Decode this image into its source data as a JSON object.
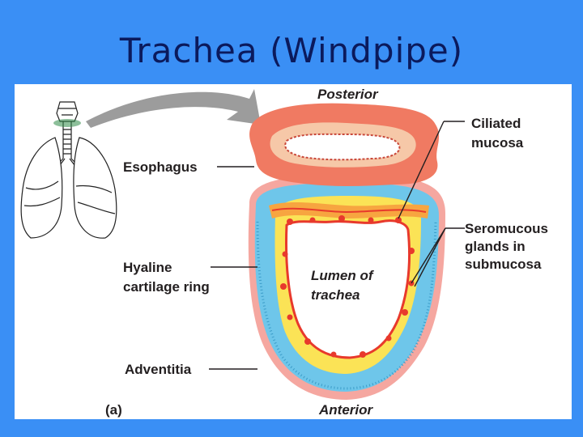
{
  "slide": {
    "title": "Trachea (Windpipe)",
    "background_color": "#3a8ff5",
    "title_color": "#0b1a5c"
  },
  "figure": {
    "panel_label": "(a)",
    "labels": {
      "posterior": "Posterior",
      "anterior": "Anterior",
      "esophagus": "Esophagus",
      "ciliated_line1": "Ciliated",
      "ciliated_line2": "mucosa",
      "seromucous_line1": "Seromucous",
      "seromucous_line2": "glands in",
      "seromucous_line3": "submucosa",
      "hyaline_line1": "Hyaline",
      "hyaline_line2": "cartilage ring",
      "lumen_line1": "Lumen  of",
      "lumen_line2": "trachea",
      "adventitia": "Adventitia"
    },
    "colors": {
      "esophagus": "#f07a62",
      "cartilage": "#6ec6ea",
      "submucosa": "#fbe356",
      "mucosa": "#e8392c",
      "adventitia": "#f5a7a0"
    }
  }
}
